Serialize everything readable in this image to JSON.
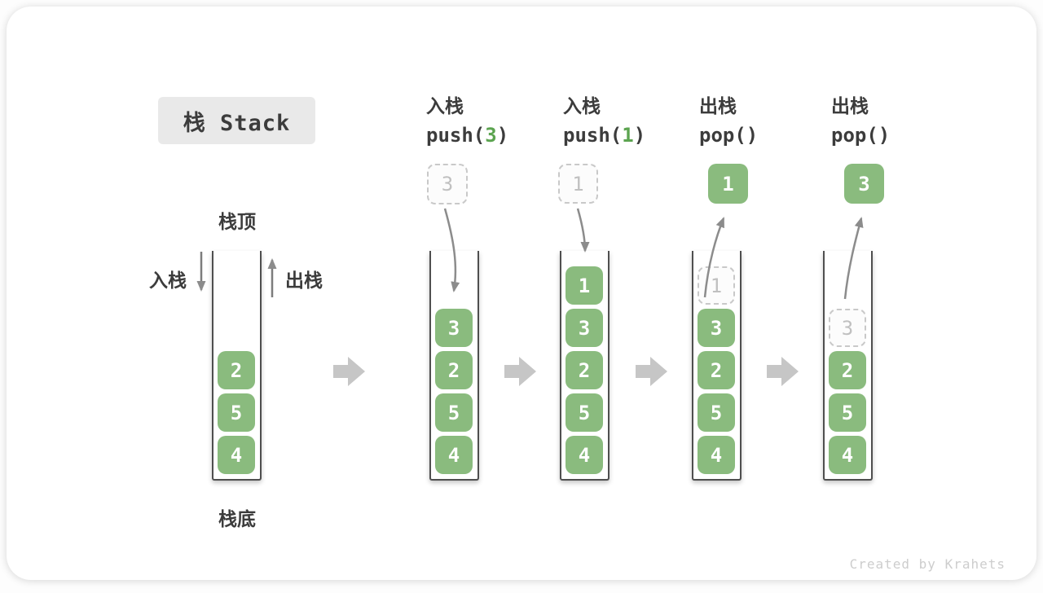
{
  "title": "栈 Stack",
  "labels": {
    "stack_top": "栈顶",
    "stack_bottom": "栈底",
    "push_direction": "入栈",
    "pop_direction": "出栈"
  },
  "footer": {
    "credit": "Created by Krahets"
  },
  "colors": {
    "cell_green": "#8abb7e",
    "code_arg_green": "#5ca450",
    "text_dark": "#3c3c3c",
    "dashed_gray": "#c9c9c9",
    "curve_arrow_gray": "#8c8c8c",
    "stage_arrow_gray": "#c6c6c6",
    "title_box_bg": "#e9e9e9"
  },
  "stages": [
    {
      "name": "initial",
      "cells": [
        {
          "value": "2",
          "type": "solid"
        },
        {
          "value": "5",
          "type": "solid"
        },
        {
          "value": "4",
          "type": "solid"
        }
      ]
    },
    {
      "name": "push-3",
      "header": {
        "op": "入栈",
        "code_pre": "push(",
        "code_arg": "3",
        "code_post": ")"
      },
      "floating": {
        "value": "3",
        "style": "dashed"
      },
      "cells": [
        {
          "value": "3",
          "type": "solid"
        },
        {
          "value": "2",
          "type": "solid"
        },
        {
          "value": "5",
          "type": "solid"
        },
        {
          "value": "4",
          "type": "solid"
        }
      ]
    },
    {
      "name": "push-1",
      "header": {
        "op": "入栈",
        "code_pre": "push(",
        "code_arg": "1",
        "code_post": ")"
      },
      "floating": {
        "value": "1",
        "style": "dashed"
      },
      "cells": [
        {
          "value": "1",
          "type": "solid"
        },
        {
          "value": "3",
          "type": "solid"
        },
        {
          "value": "2",
          "type": "solid"
        },
        {
          "value": "5",
          "type": "solid"
        },
        {
          "value": "4",
          "type": "solid"
        }
      ]
    },
    {
      "name": "pop-1",
      "header": {
        "op": "出栈",
        "code_pre": "pop(",
        "code_arg": "",
        "code_post": ")"
      },
      "floating": {
        "value": "1",
        "style": "solid"
      },
      "cells": [
        {
          "value": "1",
          "type": "ghost"
        },
        {
          "value": "3",
          "type": "solid"
        },
        {
          "value": "2",
          "type": "solid"
        },
        {
          "value": "5",
          "type": "solid"
        },
        {
          "value": "4",
          "type": "solid"
        }
      ]
    },
    {
      "name": "pop-3",
      "header": {
        "op": "出栈",
        "code_pre": "pop(",
        "code_arg": "",
        "code_post": ")"
      },
      "floating": {
        "value": "3",
        "style": "solid"
      },
      "cells": [
        {
          "value": "3",
          "type": "ghost"
        },
        {
          "value": "2",
          "type": "solid"
        },
        {
          "value": "5",
          "type": "solid"
        },
        {
          "value": "4",
          "type": "solid"
        }
      ]
    }
  ]
}
